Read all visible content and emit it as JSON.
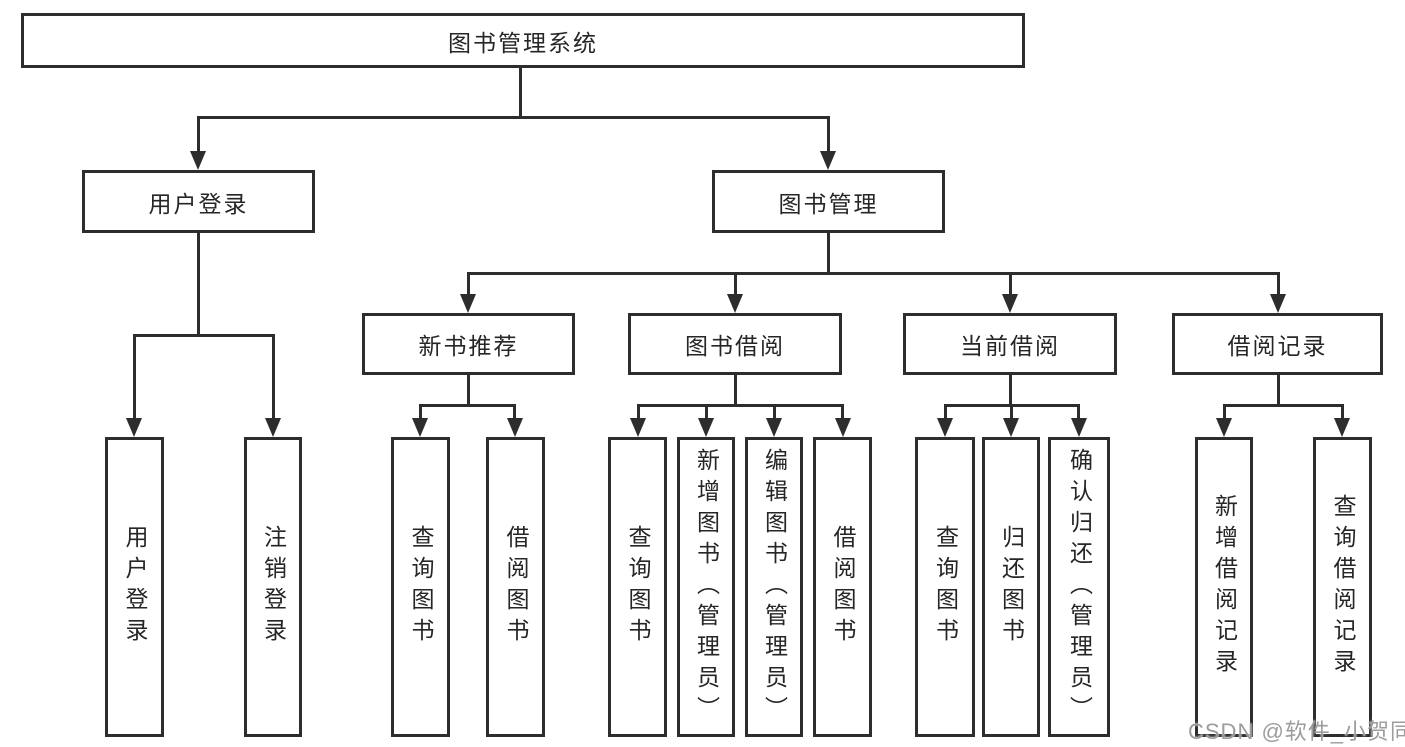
{
  "diagram": {
    "root": {
      "label": "图书管理系统"
    },
    "level2": {
      "user_login": {
        "label": "用户登录"
      },
      "book_mgmt": {
        "label": "图书管理"
      }
    },
    "level3": {
      "new_book_rec": {
        "label": "新书推荐"
      },
      "book_borrow": {
        "label": "图书借阅"
      },
      "current_borrow": {
        "label": "当前借阅"
      },
      "borrow_records": {
        "label": "借阅记录"
      }
    },
    "leaves": {
      "user_login": {
        "label": "用户登录"
      },
      "logout": {
        "label": "注销登录"
      },
      "nb_query_book": {
        "label": "查询图书"
      },
      "nb_borrow_book": {
        "label": "借阅图书"
      },
      "bb_query_book": {
        "label": "查询图书"
      },
      "bb_add_book": {
        "label": "新增图书（管理员）"
      },
      "bb_edit_book": {
        "label": "编辑图书（管理员）"
      },
      "bb_borrow_book": {
        "label": "借阅图书"
      },
      "cb_query_book": {
        "label": "查询图书"
      },
      "cb_return_book": {
        "label": "归还图书"
      },
      "cb_confirm_return": {
        "label": "确认归还（管理员）"
      },
      "br_add_record": {
        "label": "新增借阅记录"
      },
      "br_query_record": {
        "label": "查询借阅记录"
      }
    }
  },
  "watermark": {
    "text": "CSDN @软件_小贺同学"
  },
  "colors": {
    "line": "#2d2d2d",
    "node_border": "#2d2d2d",
    "node_background": "#ffffff",
    "text": "#262626",
    "watermark": "#9c9c9c",
    "background": "#ffffff"
  }
}
